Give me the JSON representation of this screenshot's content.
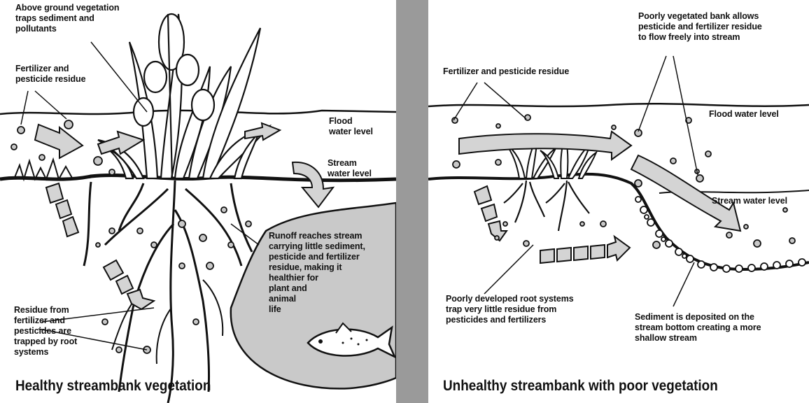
{
  "left": {
    "caption": "Healthy streambank vegetation",
    "labels": {
      "vegetation": "Above ground vegetation\ntraps sediment and\npollutants",
      "residue": "Fertilizer and\npesticide residue",
      "flood": "Flood\nwater level",
      "stream": "Stream\nwater level",
      "runoff": "Runoff reaches stream\ncarrying little sediment,\npesticide and fertilizer\nresidue, making it\nhealthier for\nplant and\nanimal\nlife",
      "trapped": "Residue from\nfertilizer and\npesticides are\ntrapped by root\nsystems"
    }
  },
  "right": {
    "caption": "Unhealthy streambank with poor vegetation",
    "labels": {
      "residue": "Fertilizer and pesticide residue",
      "bank": "Poorly vegetated bank allows\npesticide and fertilizer residue\nto flow freely into stream",
      "flood": "Flood water level",
      "stream": "Stream water level",
      "roots": "Poorly developed root systems\ntrap very little residue from\npesticides and fertilizers",
      "sediment": "Sediment is deposited on the\nstream bottom creating a more\nshallow stream"
    }
  },
  "colors": {
    "arrow_fill": "#d4d4d4",
    "water": "#c9c9c9",
    "divider": "#9a9a9a",
    "ink": "#111111"
  },
  "icons": [
    "fish-icon",
    "plant-icon",
    "root-icon",
    "arrow-icon",
    "particle-icon",
    "rock-icon"
  ]
}
